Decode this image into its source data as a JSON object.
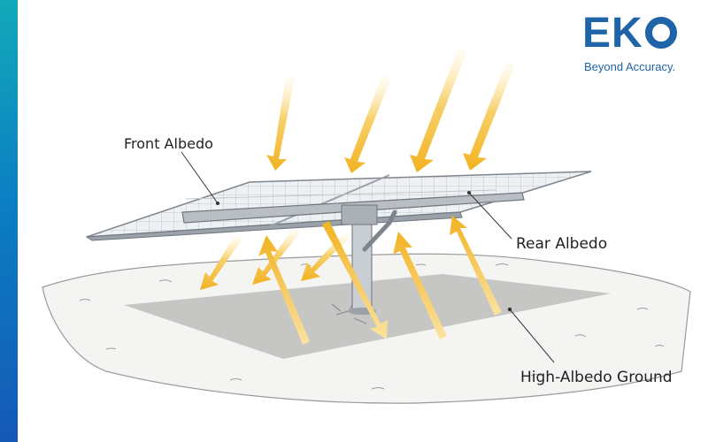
{
  "labels": {
    "front_albedo": "Front Albedo",
    "rear_albedo": "Rear Albedo",
    "ground": "High-Albedo Ground"
  },
  "logo": {
    "letters": "EK",
    "tagline": "Beyond Accuracy."
  },
  "colors": {
    "brand_blue": "#1f63a8",
    "side_bar_top": "#13a9b9",
    "side_bar_bottom": "#1559b6",
    "sun_arrow": "#f2b826",
    "ground_patch": "#b9b9b9",
    "panel_frame": "#8e959c"
  }
}
